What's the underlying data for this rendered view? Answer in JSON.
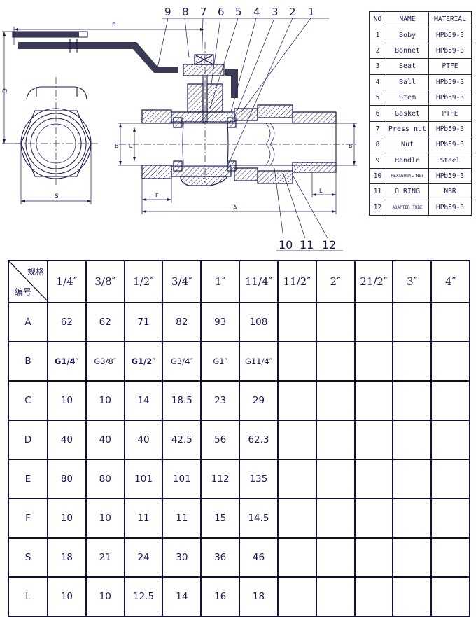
{
  "drawing": {
    "balloons": [
      "9",
      "8",
      "7",
      "6",
      "5",
      "4",
      "3",
      "2",
      "1"
    ],
    "balloons_lower": [
      "10",
      "11",
      "12"
    ],
    "dim_labels": {
      "E": "E",
      "D": "D",
      "S": "S",
      "B_left": "B",
      "C": "C",
      "F": "F",
      "A": "A",
      "L": "L",
      "B_right": "B"
    }
  },
  "parts_table": {
    "headers": [
      "NO",
      "NAME",
      "MATERIAL"
    ],
    "rows": [
      {
        "no": "1",
        "name": "Boby",
        "material": "HPb59-3"
      },
      {
        "no": "2",
        "name": "Bonnet",
        "material": "HPb59-3"
      },
      {
        "no": "3",
        "name": "Seat",
        "material": "PTFE"
      },
      {
        "no": "4",
        "name": "Ball",
        "material": "HPb59-3"
      },
      {
        "no": "5",
        "name": "Stem",
        "material": "HPb59-3"
      },
      {
        "no": "6",
        "name": "Gasket",
        "material": "PTFE"
      },
      {
        "no": "7",
        "name": "Press nut",
        "material": "HPb59-3"
      },
      {
        "no": "8",
        "name": "Nut",
        "material": "HPb59-3"
      },
      {
        "no": "9",
        "name": "Handle",
        "material": "Steel"
      },
      {
        "no": "10",
        "name": "HEXAGONAL NET",
        "material": "HPb59-3"
      },
      {
        "no": "11",
        "name": "O RING",
        "material": "NBR"
      },
      {
        "no": "12",
        "name": "ADAPTER TUBE",
        "material": "HPb59-3"
      }
    ]
  },
  "dim_table": {
    "corner_top": "规格",
    "corner_bottom": "编号",
    "sizes": [
      "1/4″",
      "3/8″",
      "1/2″",
      "3/4″",
      "1″",
      "11/4″",
      "11/2″",
      "2″",
      "21/2″",
      "3″",
      "4″"
    ],
    "rows": [
      {
        "label": "A",
        "values": [
          "62",
          "62",
          "71",
          "82",
          "93",
          "108",
          "",
          "",
          "",
          "",
          ""
        ]
      },
      {
        "label": "B",
        "values": [
          "G1/4″",
          "G3/8″",
          "G1/2″",
          "G3/4″",
          "G1″",
          "G11/4″",
          "",
          "",
          "",
          "",
          ""
        ]
      },
      {
        "label": "C",
        "values": [
          "10",
          "10",
          "14",
          "18.5",
          "23",
          "29",
          "",
          "",
          "",
          "",
          ""
        ]
      },
      {
        "label": "D",
        "values": [
          "40",
          "40",
          "40",
          "42.5",
          "56",
          "62.3",
          "",
          "",
          "",
          "",
          ""
        ]
      },
      {
        "label": "E",
        "values": [
          "80",
          "80",
          "101",
          "101",
          "112",
          "135",
          "",
          "",
          "",
          "",
          ""
        ]
      },
      {
        "label": "F",
        "values": [
          "10",
          "10",
          "11",
          "11",
          "15",
          "14.5",
          "",
          "",
          "",
          "",
          ""
        ]
      },
      {
        "label": "S",
        "values": [
          "18",
          "21",
          "24",
          "30",
          "36",
          "46",
          "",
          "",
          "",
          "",
          ""
        ]
      },
      {
        "label": "L",
        "values": [
          "10",
          "10",
          "12.5",
          "14",
          "16",
          "18",
          "",
          "",
          "",
          "",
          ""
        ]
      }
    ]
  }
}
